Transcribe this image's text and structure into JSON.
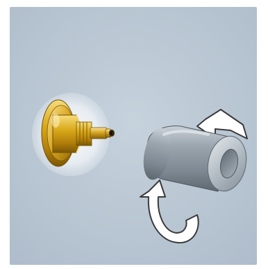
{
  "scene": {
    "background": "#b5c3cf",
    "frame_color": "#ffffff",
    "components": [
      "valve-cartridge",
      "sleeve",
      "push-arrow",
      "rotate-arrow"
    ],
    "colors": {
      "gold": "#d4a017",
      "gold_dark": "#8a6508",
      "gold_light": "#f4d26a",
      "steel": "#8f9aa4",
      "steel_dark": "#5d6770",
      "steel_light": "#d8dde2",
      "arrow_fill": "#ffffff",
      "arrow_stroke": "#3a3a3a"
    }
  }
}
